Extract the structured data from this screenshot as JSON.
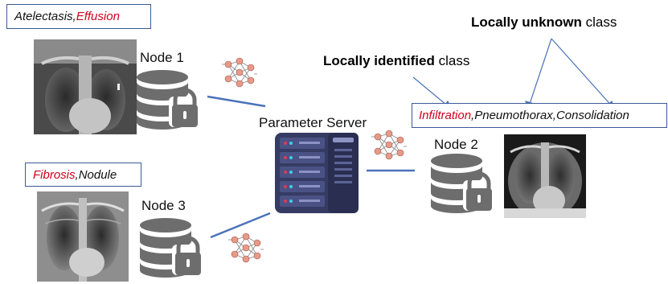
{
  "nodes": {
    "node1": {
      "label": "Node 1",
      "class_a": "Atelectasis",
      "sep": ", ",
      "class_b": "Effusion"
    },
    "node2": {
      "label": "Node 2",
      "class_a": "Infiltration",
      "sep1": ", ",
      "class_b": "Pneumothorax",
      "sep2": ", ",
      "class_c": "Consolidation"
    },
    "node3": {
      "label": "Node 3",
      "class_a": "Fibrosis",
      "sep": ", ",
      "class_b": "Nodule"
    }
  },
  "server": {
    "label": "Parameter Server"
  },
  "annotations": {
    "unknown_bold": "Locally unknown",
    "unknown_rest": " class",
    "identified_bold": "Locally identified",
    "identified_rest": " class"
  },
  "colors": {
    "highlight_red": "#d0021b",
    "box_border": "#3b5998",
    "link_blue": "#4a72b8",
    "database_gray": "#6d6d6d",
    "server_navy": "#353b63",
    "nn_node": "#e79a8a"
  },
  "icons": [
    "database-lock-icon",
    "neural-network-icon",
    "server-rack-icon",
    "chest-xray-image"
  ]
}
